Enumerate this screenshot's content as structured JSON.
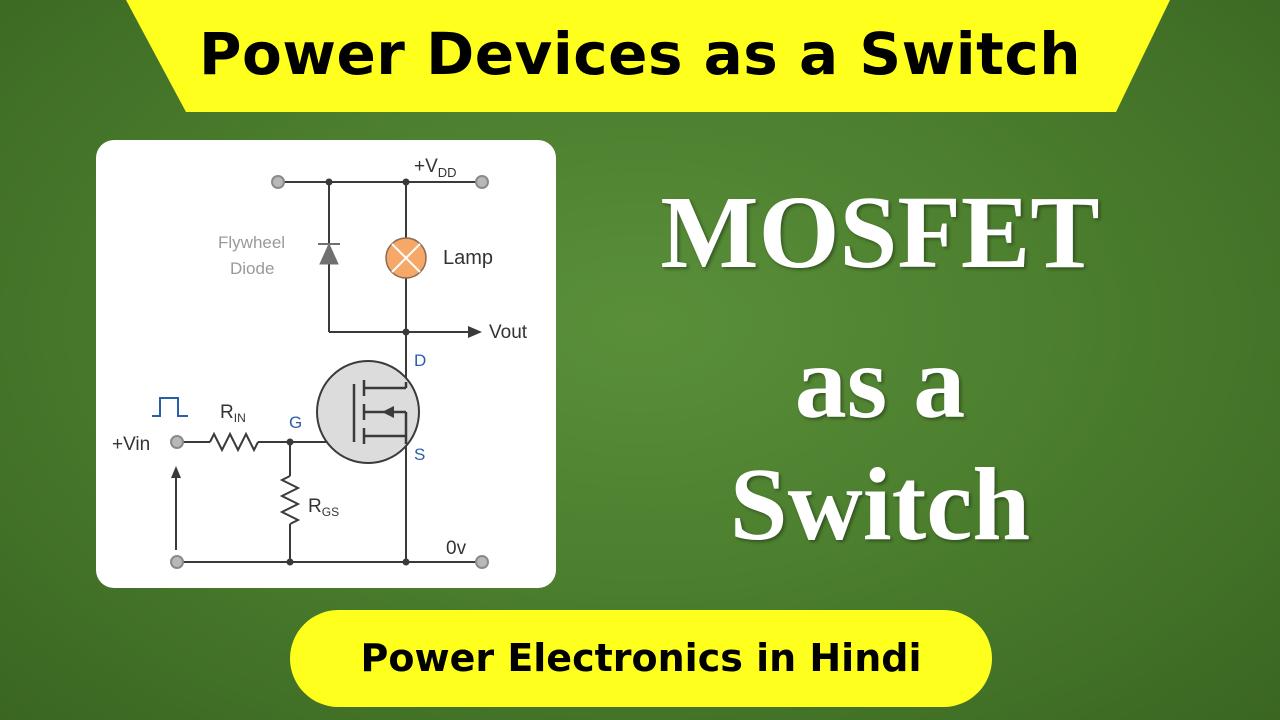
{
  "header": {
    "title": "Power Devices as a Switch"
  },
  "circuit": {
    "vdd": "+V",
    "vdd_sub": "DD",
    "flywheel_line1": "Flywheel",
    "flywheel_line2": "Diode",
    "lamp": "Lamp",
    "vout": "Vout",
    "drain": "D",
    "gate": "G",
    "source": "S",
    "rin": "R",
    "rin_sub": "IN",
    "rgs": "R",
    "rgs_sub": "GS",
    "vin": "+Vin",
    "ground": "0v",
    "colors": {
      "wire": "#3a3a3a",
      "node": "#9a9a9a",
      "lamp": "#f5a868",
      "accent": "#2a5ea8",
      "diode": "#a0a0a0"
    }
  },
  "headline": {
    "line1": "MOSFET",
    "line2": "as a",
    "line3": "Switch"
  },
  "footer": {
    "subtitle": "Power Electronics in Hindi"
  }
}
